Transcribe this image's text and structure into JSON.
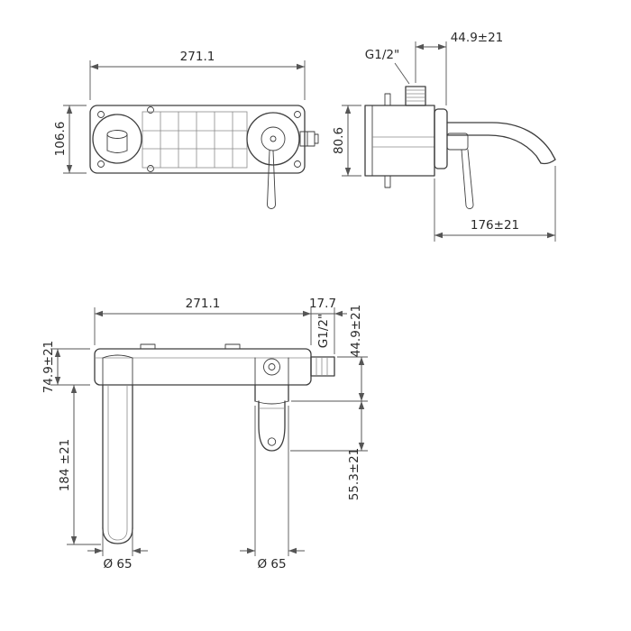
{
  "drawing_type": "faucet-technical-dimension-drawing",
  "colors": {
    "background": "#ffffff",
    "object_line": "#3d3d3d",
    "dimension_line": "#555555",
    "text": "#2a2a2a"
  },
  "views": {
    "top_front": {
      "width": "271.1",
      "height": "106.6"
    },
    "top_side": {
      "inlet_offset": "44.9±21",
      "thread": "G1/2\"",
      "height": "80.6",
      "spout_reach": "176±21"
    },
    "bottom_model": {
      "width": "271.1",
      "stub_length": "17.7",
      "thread": "G1/2\"",
      "inlet_offset": "44.9±21",
      "plate_height": "74.9±21",
      "spout_drop": "184 ±21",
      "handle_drop": "55.3±21",
      "spout_diameter": "Ø 65",
      "handle_diameter": "Ø 65"
    }
  }
}
